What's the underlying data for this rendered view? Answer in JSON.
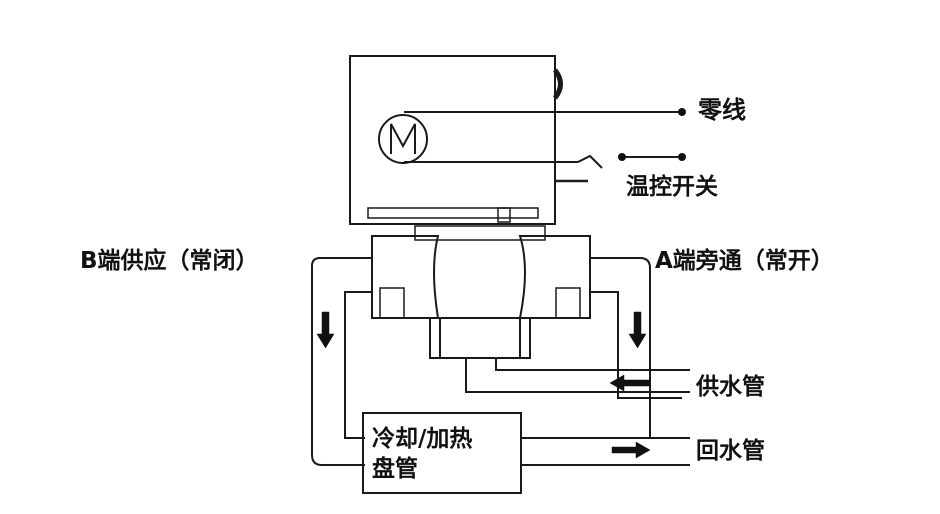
{
  "labels": {
    "neutral": "零线",
    "thermostat": "温控开关",
    "port_b": "B端供应（常闭）",
    "port_a": "A端旁通（常开）",
    "supply_pipe": "供水管",
    "return_pipe": "回水管",
    "coil_line1": "冷却/加热",
    "coil_line2": "盘管"
  },
  "motor_symbol": "M",
  "colors": {
    "line": "#1a1a1a",
    "background": "#ffffff"
  }
}
